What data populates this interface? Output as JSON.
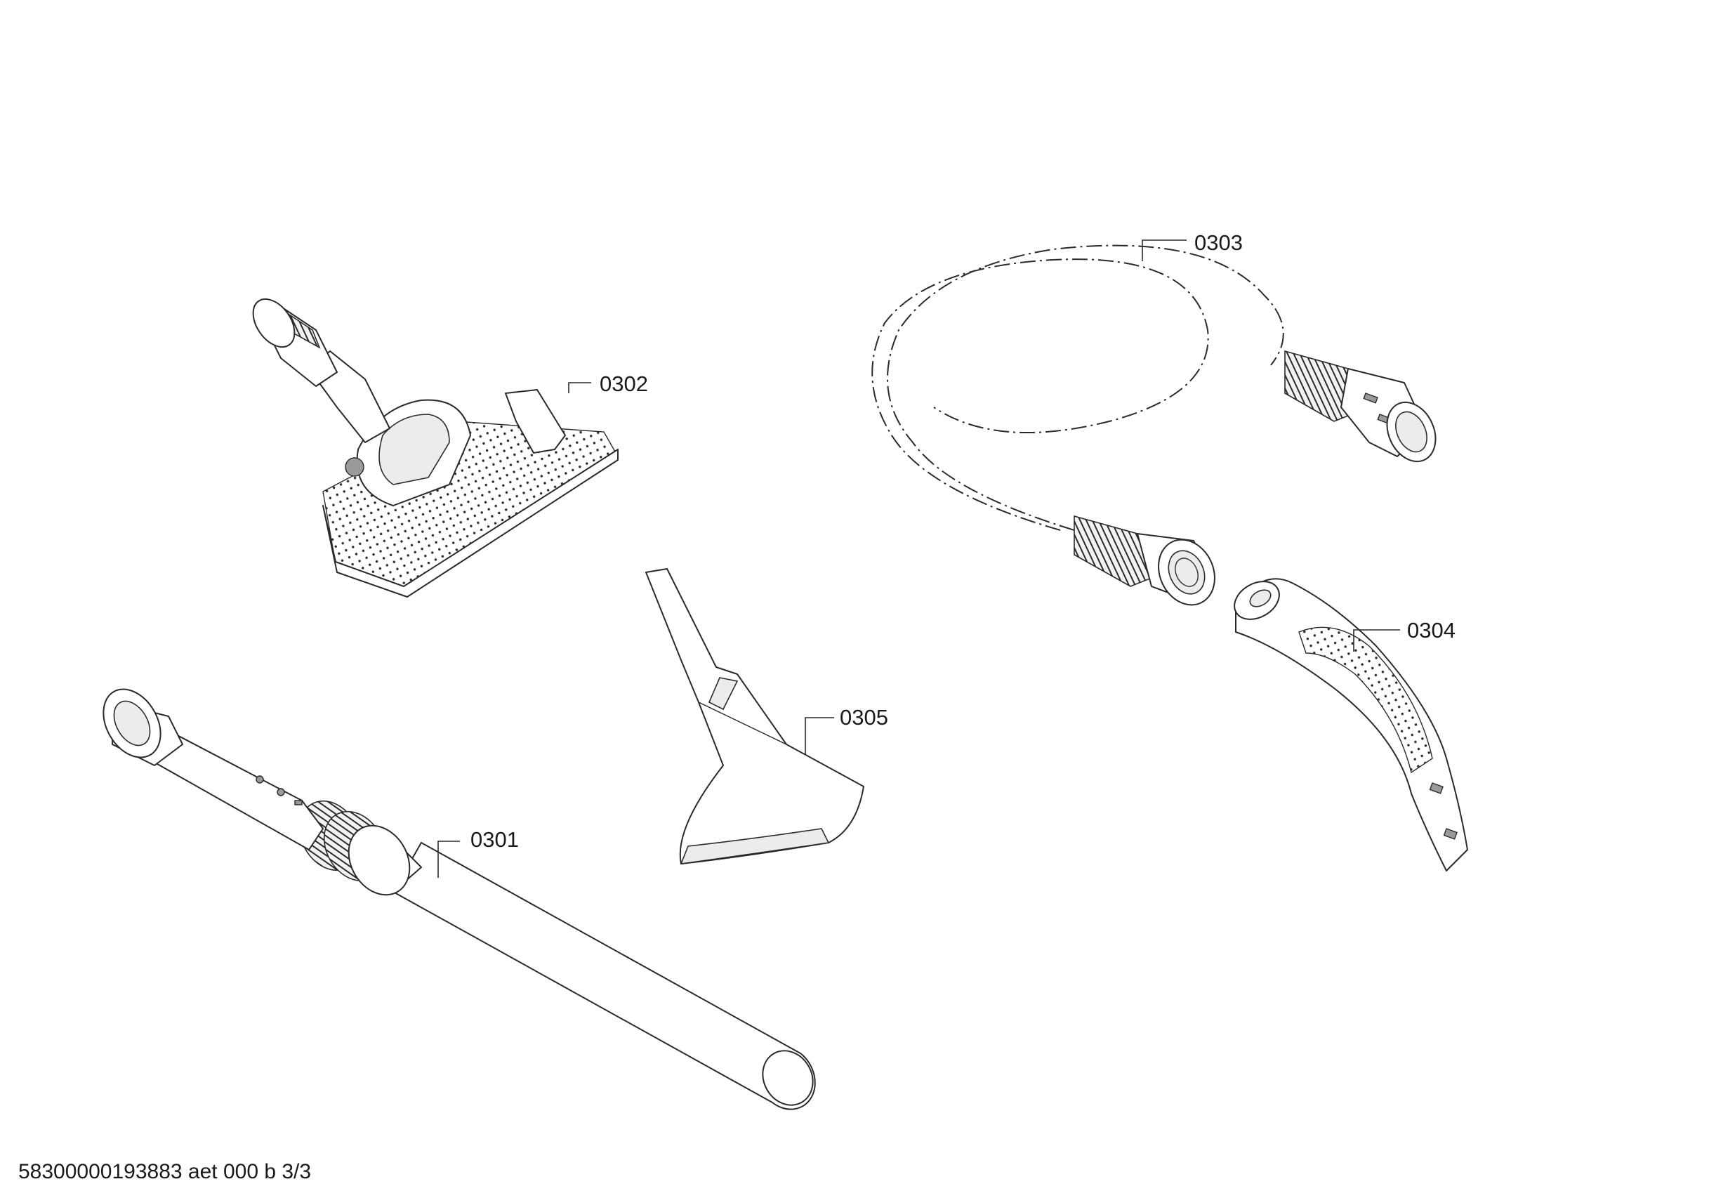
{
  "parts": [
    {
      "number": "0301"
    },
    {
      "number": "0302"
    },
    {
      "number": "0303"
    },
    {
      "number": "0304"
    },
    {
      "number": "0305"
    }
  ],
  "footer": {
    "document_id": "58300000193883 aet 000 b 3/3"
  }
}
